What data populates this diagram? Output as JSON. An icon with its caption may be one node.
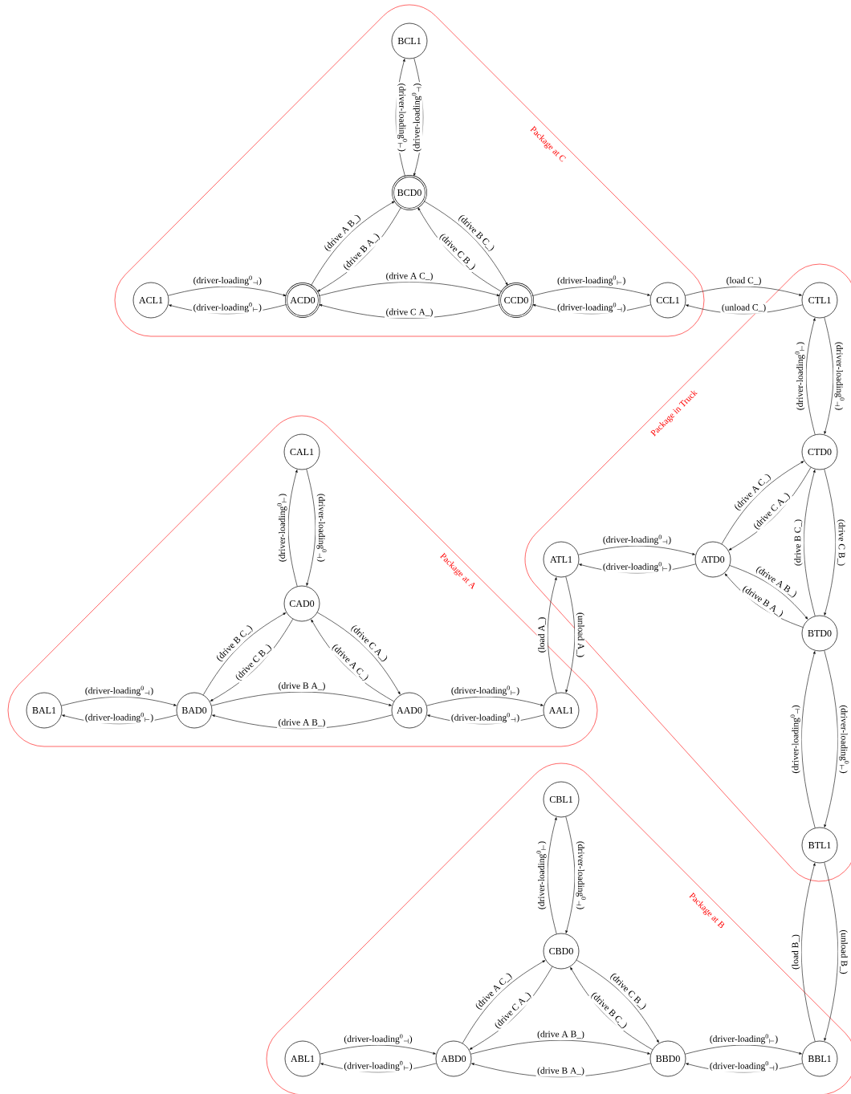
{
  "diagram": {
    "nodes": [
      {
        "text": [
          "Package at C"
        ]
      },
      {
        "text": [
          "BCL1"
        ],
        "in": 0
      },
      {
        "text": [
          "BCD0"
        ],
        "in": 0
      },
      {
        "text": [
          "ACL1"
        ],
        "in": 0
      },
      {
        "text": [
          "ACD0"
        ],
        "in": 0
      },
      {
        "text": [
          "CCD0"
        ],
        "in": 0
      },
      {
        "text": [
          "CCL1"
        ],
        "in": 0
      },
      {
        "text": [
          "Package in Truck"
        ]
      },
      {
        "text": [
          "CTL1"
        ],
        "in": 7
      },
      {
        "text": [
          "CTD0"
        ],
        "in": 7
      },
      {
        "text": [
          "ATL1"
        ],
        "in": 7
      },
      {
        "text": [
          "ATD0"
        ],
        "in": 7
      },
      {
        "text": [
          "BTD0"
        ],
        "in": 7
      },
      {
        "text": [
          "BTL1"
        ],
        "in": 7
      },
      {
        "text": [
          "Package at A"
        ]
      },
      {
        "text": [
          "CAL1"
        ],
        "in": 14
      },
      {
        "text": [
          "CAD0"
        ],
        "in": 14
      },
      {
        "text": [
          "BAL1"
        ],
        "in": 14
      },
      {
        "text": [
          "BAD0"
        ],
        "in": 14
      },
      {
        "text": [
          "AAD0"
        ],
        "in": 14
      },
      {
        "text": [
          "AAL1"
        ],
        "in": 14
      },
      {
        "text": [
          "Package at B"
        ]
      },
      {
        "text": [
          "CBL1"
        ],
        "in": 21
      },
      {
        "text": [
          "CBD0"
        ],
        "in": 21
      },
      {
        "text": [
          "ABL1"
        ],
        "in": 21
      },
      {
        "text": [
          "ABD0"
        ],
        "in": 21
      },
      {
        "text": [
          "BBD0"
        ],
        "in": 21
      },
      {
        "text": [
          "BBL1"
        ],
        "in": 21
      }
    ],
    "edges": [
      {
        "from": 2,
        "to": 1,
        "label": "(driver-loading$^{0}$$_{⊢}$)",
        "arrow": "to"
      },
      {
        "from": 1,
        "to": 2,
        "label": "(driver-loading$^{0}$$_{⊣}$)",
        "arrow": "to"
      },
      {
        "from": 4,
        "to": 2,
        "label": "(drive A B_)",
        "arrow": "to"
      },
      {
        "from": 2,
        "to": 4,
        "label": "(drive B A_)",
        "arrow": "to"
      },
      {
        "from": 2,
        "to": 5,
        "label": "(drive B C_)",
        "arrow": "to"
      },
      {
        "from": 5,
        "to": 2,
        "label": "(drive C B_)",
        "arrow": "to"
      },
      {
        "from": 3,
        "to": 4,
        "label": "(driver-loading$^{0}$$_{⊣}$)",
        "arrow": "to"
      },
      {
        "from": 4,
        "to": 3,
        "label": "(driver-loading$^{0}$$_{⊢}$)",
        "arrow": "to"
      },
      {
        "from": 4,
        "to": 5,
        "label": "(drive A C_)",
        "arrow": "to"
      },
      {
        "from": 5,
        "to": 4,
        "label": "(drive C A_)",
        "arrow": "to"
      },
      {
        "from": 5,
        "to": 6,
        "label": "(driver-loading$^{0}$$_{⊢}$)",
        "arrow": "to"
      },
      {
        "from": 6,
        "to": 5,
        "label": "(driver-loading$^{0}$$_{⊣}$)",
        "arrow": "to"
      },
      {
        "from": 6,
        "to": 8,
        "label": "(load C_)",
        "arrow": "to"
      },
      {
        "from": 8,
        "to": 6,
        "label": "(unload C_)",
        "arrow": "to"
      },
      {
        "from": 9,
        "to": 8,
        "label": "(driver-loading$^{0}$$_{⊢}$)",
        "arrow": "to"
      },
      {
        "from": 8,
        "to": 9,
        "label": "(driver-loading$^{0}$$_{⊣}$)",
        "arrow": "to"
      },
      {
        "from": 11,
        "to": 9,
        "label": "(drive A C_)",
        "arrow": "to"
      },
      {
        "from": 9,
        "to": 11,
        "label": "(drive C A_)",
        "arrow": "to"
      },
      {
        "from": 10,
        "to": 11,
        "label": "(driver-loading$^{0}$$_{⊣}$)",
        "arrow": "to"
      },
      {
        "from": 11,
        "to": 10,
        "label": "(driver-loading$^{0}$$_{⊢}$)",
        "arrow": "to"
      },
      {
        "from": 12,
        "to": 9,
        "label": "(drive B C_)",
        "arrow": "to"
      },
      {
        "from": 9,
        "to": 12,
        "label": "(drive C B_)",
        "arrow": "to"
      },
      {
        "from": 11,
        "to": 12,
        "label": "(drive A B_)",
        "arrow": "to"
      },
      {
        "from": 12,
        "to": 11,
        "label": "(drive B A_)",
        "arrow": "to"
      },
      {
        "from": 16,
        "to": 15,
        "label": "(driver-loading$^{0}$$_{⊢}$)",
        "arrow": "to"
      },
      {
        "from": 15,
        "to": 16,
        "label": "(driver-loading$^{0}$$_{⊣}$)",
        "arrow": "to"
      },
      {
        "from": 18,
        "to": 16,
        "label": "(drive B C_)",
        "arrow": "to"
      },
      {
        "from": 16,
        "to": 18,
        "label": "(drive C B_)",
        "arrow": "to"
      },
      {
        "from": 16,
        "to": 19,
        "label": "(drive C A_)",
        "arrow": "to"
      },
      {
        "from": 19,
        "to": 16,
        "label": "(drive A C_)",
        "arrow": "to"
      },
      {
        "from": 17,
        "to": 18,
        "label": "(driver-loading$^{0}$$_{⊣}$)",
        "arrow": "to"
      },
      {
        "from": 18,
        "to": 17,
        "label": "(driver-loading$^{0}$$_{⊢}$)",
        "arrow": "to"
      },
      {
        "from": 18,
        "to": 19,
        "label": "(drive B A_)",
        "arrow": "to"
      },
      {
        "from": 19,
        "to": 18,
        "label": "(drive A B_)",
        "arrow": "to"
      },
      {
        "from": 19,
        "to": 20,
        "label": "(driver-loading$^{0}$$_{⊢}$)",
        "arrow": "to"
      },
      {
        "from": 20,
        "to": 19,
        "label": "(driver-loading$^{0}$$_{⊣}$)",
        "arrow": "to"
      },
      {
        "from": 20,
        "to": 10,
        "label": "(load A_)",
        "arrow": "to"
      },
      {
        "from": 10,
        "to": 20,
        "label": "(unload A_)",
        "arrow": "to"
      },
      {
        "from": 13,
        "to": 12,
        "label": "(driver-loading$^{0}$$_{⊣}$)",
        "arrow": "to"
      },
      {
        "from": 12,
        "to": 13,
        "label": "(driver-loading$^{0}$$_{⊢}$)",
        "arrow": "to"
      },
      {
        "from": 23,
        "to": 22,
        "label": "(driver-loading$^{0}$$_{⊢}$)",
        "arrow": "to"
      },
      {
        "from": 22,
        "to": 23,
        "label": "(driver-loading$^{0}$$_{⊣}$)",
        "arrow": "to"
      },
      {
        "from": 25,
        "to": 23,
        "label": "(drive A C_)",
        "arrow": "to"
      },
      {
        "from": 23,
        "to": 25,
        "label": "(drive C A_)",
        "arrow": "to"
      },
      {
        "from": 23,
        "to": 26,
        "label": "(drive C B_)",
        "arrow": "to"
      },
      {
        "from": 26,
        "to": 23,
        "label": "(drive B C_)",
        "arrow": "to"
      },
      {
        "from": 24,
        "to": 25,
        "label": "(driver-loading$^{0}$$_{⊣}$)",
        "arrow": "to"
      },
      {
        "from": 25,
        "to": 24,
        "label": "(driver-loading$^{0}$$_{⊢}$)",
        "arrow": "to"
      },
      {
        "from": 25,
        "to": 26,
        "label": "(drive A B_)",
        "arrow": "to"
      },
      {
        "from": 26,
        "to": 25,
        "label": "(drive B A_)",
        "arrow": "to"
      },
      {
        "from": 26,
        "to": 27,
        "label": "(driver-loading$^{0}$$_{⊢}$)",
        "arrow": "to"
      },
      {
        "from": 27,
        "to": 26,
        "label": "(driver-loading$^{0}$$_{⊣}$)",
        "arrow": "to"
      },
      {
        "from": 27,
        "to": 13,
        "label": "(load B_)",
        "arrow": "to"
      },
      {
        "from": 13,
        "to": 27,
        "label": "(unload B_)",
        "arrow": "to"
      }
    ]
  }
}
